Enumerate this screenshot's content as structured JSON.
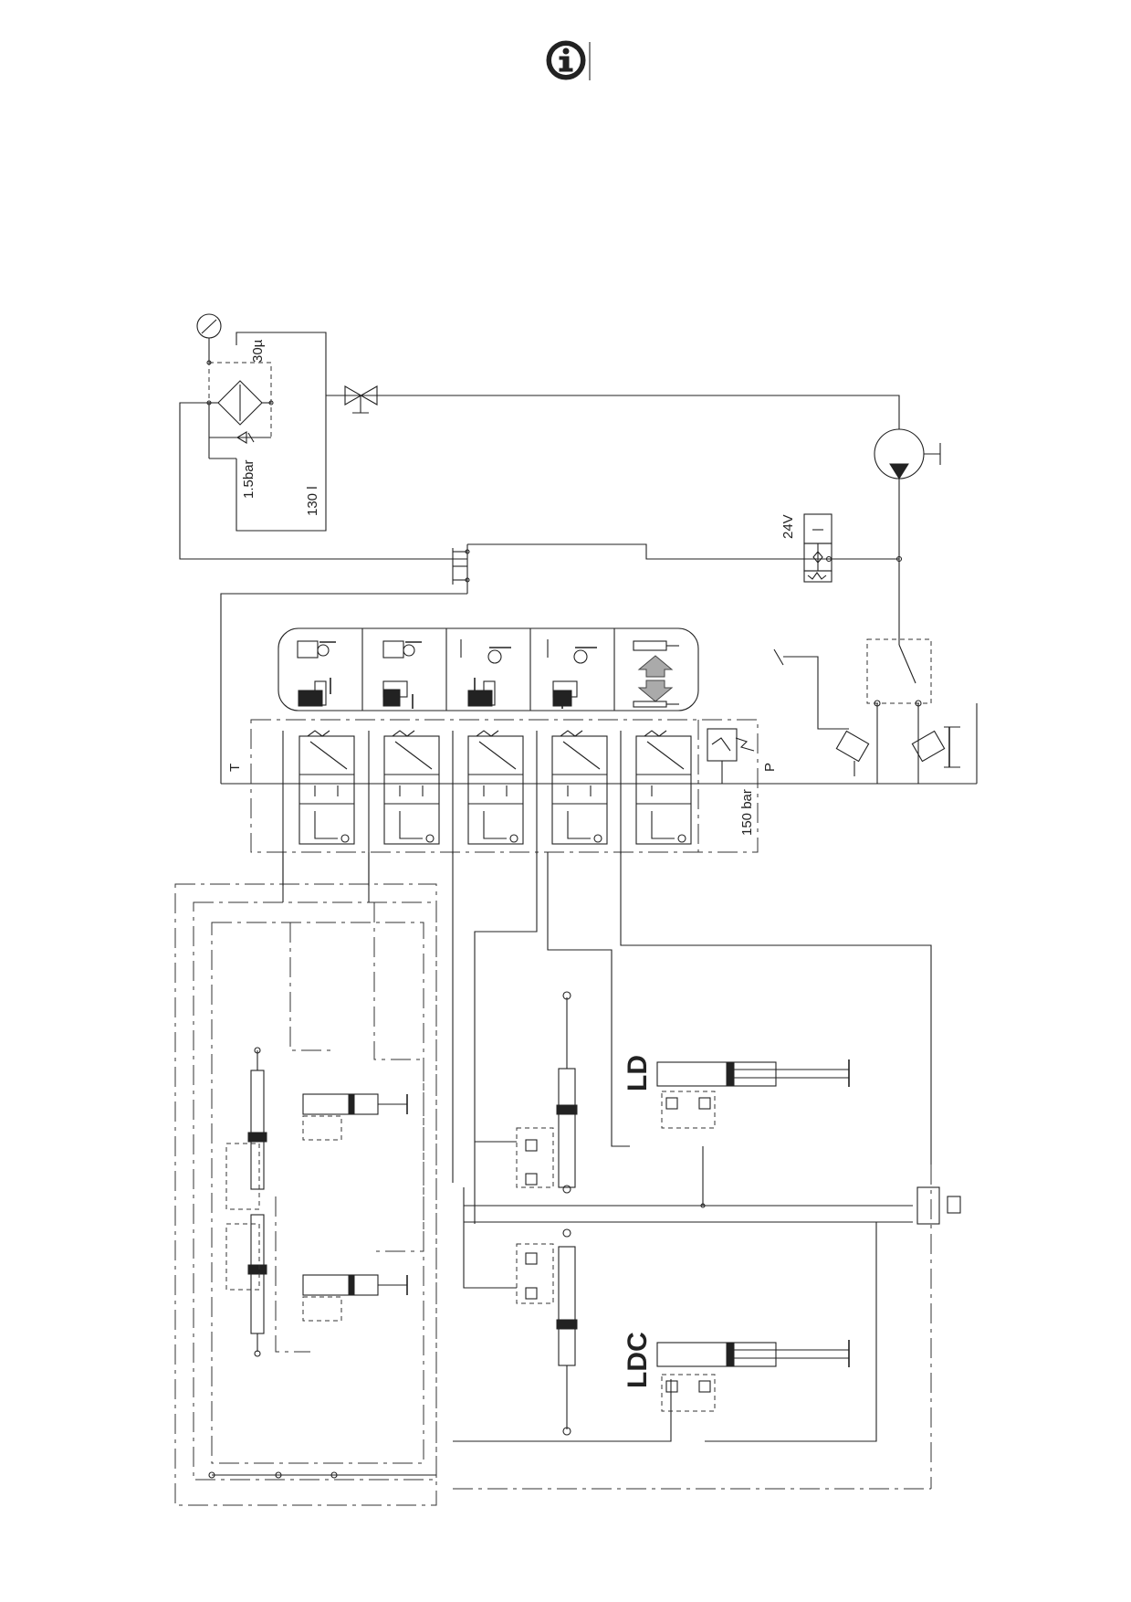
{
  "info_icon": "info-circle-icon",
  "labels": {
    "filter_rating": "30µ",
    "filter_bypass": "1.5bar",
    "tank_volume": "130 l",
    "solenoid_voltage": "24V",
    "relief_pressure": "150 bar",
    "port_t": "T",
    "port_p": "P",
    "cyl_group_1": "LD",
    "cyl_group_2": "LDC"
  },
  "function_panel_icons": [
    "lateral-slide-up-icon",
    "lateral-slide-down-icon",
    "wheel-in-up-icon",
    "wheel-in-down-icon",
    "lift-cylinders-icon"
  ],
  "valve_sections": 5
}
